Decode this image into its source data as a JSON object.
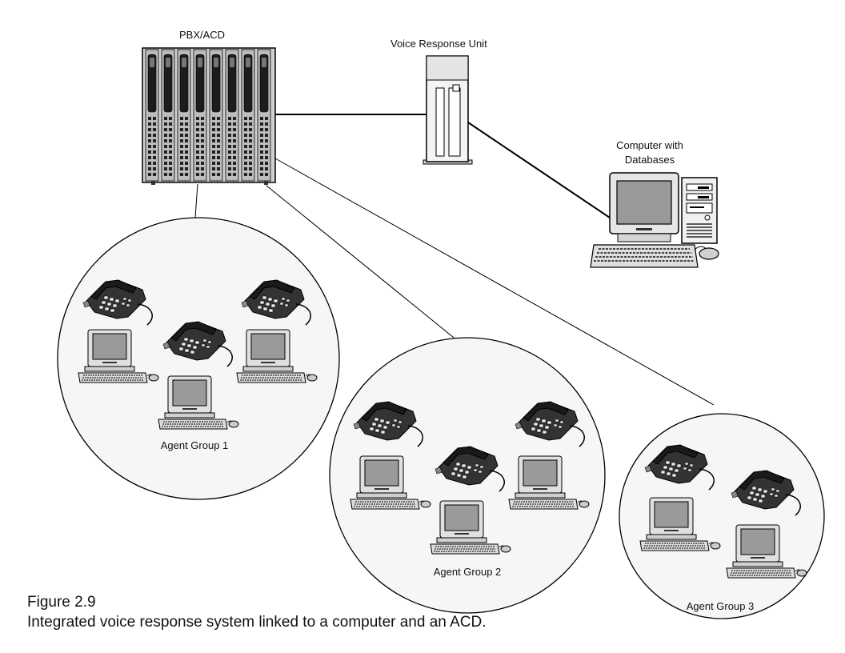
{
  "labels": {
    "pbx": "PBX/ACD",
    "vru": "Voice Response Unit",
    "computer_line1": "Computer with",
    "computer_line2": "Databases",
    "group1": "Agent Group 1",
    "group2": "Agent Group 2",
    "group3": "Agent Group 3"
  },
  "caption": {
    "figure": "Figure 2.9",
    "text": "Integrated voice response system linked to a computer and an ACD."
  }
}
